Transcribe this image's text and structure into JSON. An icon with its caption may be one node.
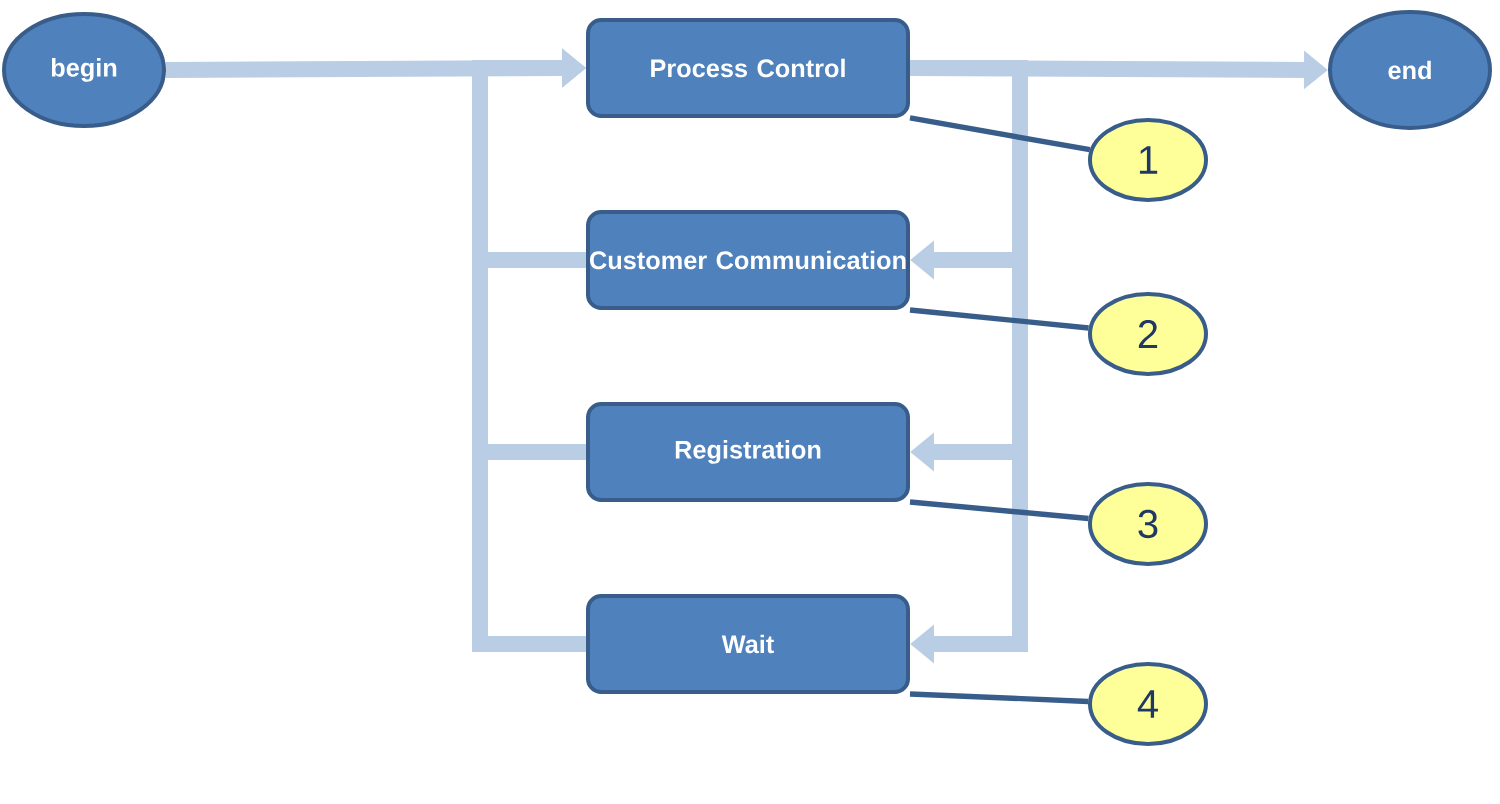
{
  "diagram": {
    "nodes": [
      {
        "text": [
          "begin"
        ]
      },
      {
        "text": [
          "Process Control"
        ]
      },
      {
        "text": [
          "Customer Communication"
        ]
      },
      {
        "text": [
          "Registration"
        ]
      },
      {
        "text": [
          "Wait"
        ]
      },
      {
        "text": [
          "end"
        ]
      },
      {
        "text": [
          "1"
        ]
      },
      {
        "text": [
          "2"
        ]
      },
      {
        "text": [
          "3"
        ]
      },
      {
        "text": [
          "4"
        ]
      }
    ],
    "edges": [
      {
        "from": 0,
        "to": 1,
        "arrow": "to"
      },
      {
        "from": 1,
        "to": 5,
        "arrow": "to"
      },
      {
        "from": 1,
        "to": 2,
        "arrow": "to"
      },
      {
        "from": 1,
        "to": 3,
        "arrow": "to"
      },
      {
        "from": 1,
        "to": 4,
        "arrow": "to"
      },
      {
        "from": 2,
        "to": 1,
        "arrow": "to"
      },
      {
        "from": 3,
        "to": 1,
        "arrow": "to"
      },
      {
        "from": 4,
        "to": 1,
        "arrow": "to"
      },
      {
        "from": 6,
        "to": 1,
        "arrow": "none",
        "color": "#385d8a"
      },
      {
        "from": 7,
        "to": 2,
        "arrow": "none",
        "color": "#385d8a"
      },
      {
        "from": 8,
        "to": 3,
        "arrow": "none",
        "color": "#385d8a"
      },
      {
        "from": 9,
        "to": 4,
        "arrow": "none",
        "color": "#385d8a"
      }
    ]
  }
}
